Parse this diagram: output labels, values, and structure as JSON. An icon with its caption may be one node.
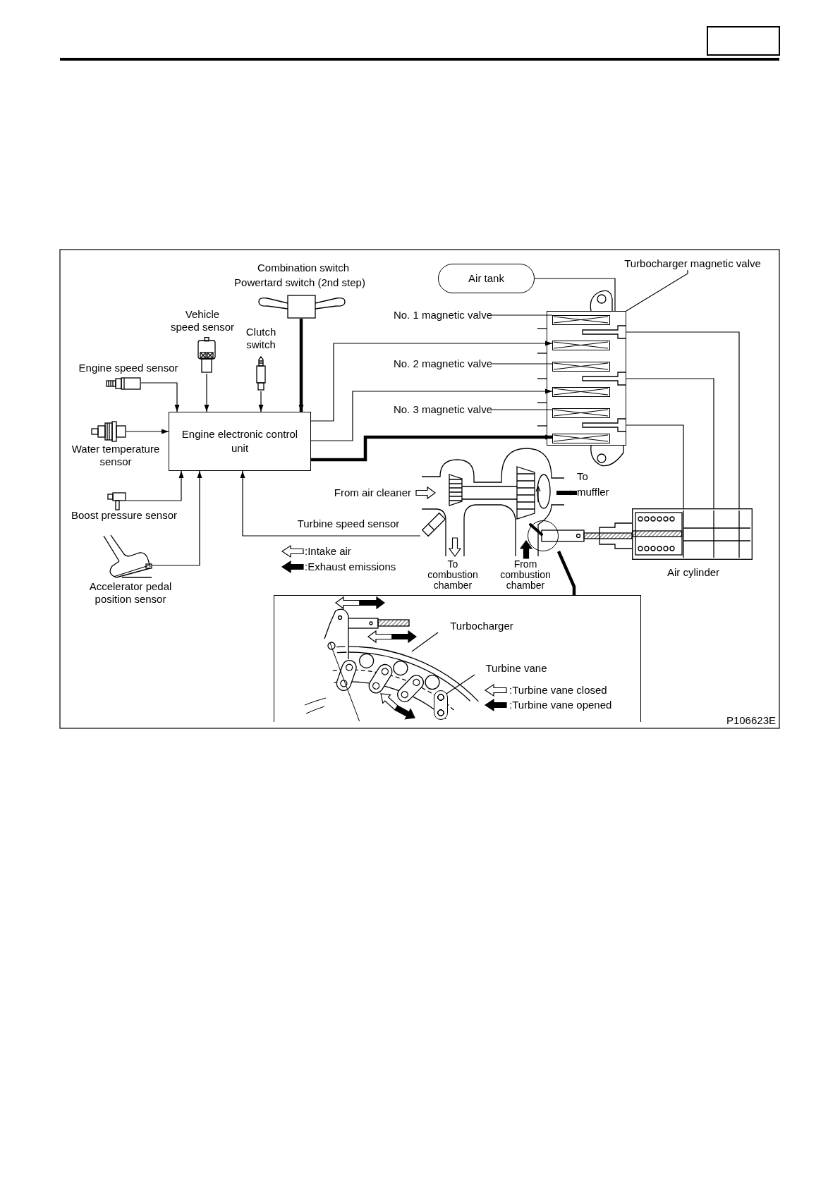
{
  "diagram": {
    "nodes": [
      {
        "text": [
          "Combination switch",
          "Powertard switch (2nd step)"
        ]
      },
      {
        "text": [
          "Vehicle speed sensor"
        ]
      },
      {
        "text": [
          "Clutch switch"
        ]
      },
      {
        "text": [
          "Engine speed sensor"
        ]
      },
      {
        "text": [
          "Engine electronic control unit"
        ]
      },
      {
        "text": [
          "Water temperature sensor"
        ]
      },
      {
        "text": [
          "Boost pressure sensor"
        ]
      },
      {
        "text": [
          "Accelerator pedal position sensor"
        ]
      },
      {
        "text": [
          "Turbine speed sensor"
        ]
      },
      {
        "text": [
          "Air tank"
        ]
      },
      {
        "text": [
          "Turbocharger magnetic valve"
        ]
      },
      {
        "text": [],
        "shape": "box"
      },
      {
        "text": [],
        "shape": "box",
        "in": 11
      },
      {
        "text": [],
        "shape": "box",
        "in": 11
      },
      {
        "text": [],
        "shape": "box",
        "in": 11
      },
      {
        "text": [],
        "shape": "box",
        "in": 11
      },
      {
        "text": [],
        "shape": "box",
        "in": 11
      },
      {
        "text": [],
        "shape": "box",
        "in": 11
      },
      {
        "text": [
          "No. 1 magnetic valve"
        ]
      },
      {
        "text": [
          "No. 2 magnetic valve"
        ]
      },
      {
        "text": [
          "No. 3 magnetic valve"
        ]
      },
      {
        "text": [
          "Air cylinder"
        ]
      },
      {
        "text": [],
        "shape": "circle"
      },
      {
        "text": [],
        "shape": "box"
      },
      {
        "text": [
          "Turbocharger"
        ],
        "in": 23
      },
      {
        "text": [
          "Turbine vane"
        ],
        "in": 23
      },
      {
        "text": [],
        "shape": "box",
        "in": 23
      },
      {
        "text": [
          "To muffler"
        ]
      }
    ],
    "edges": [
      {
        "from": 3,
        "to": 4,
        "arrow": "to"
      },
      {
        "from": 1,
        "to": 4,
        "arrow": "to"
      },
      {
        "from": 2,
        "to": 4,
        "arrow": "to"
      },
      {
        "from": 0,
        "to": 4,
        "arrow": "to",
        "style": "thick"
      },
      {
        "from": 5,
        "to": 4,
        "arrow": "to"
      },
      {
        "from": 6,
        "to": 4,
        "arrow": "to"
      },
      {
        "from": 7,
        "to": 4,
        "arrow": "to"
      },
      {
        "from": 8,
        "to": 4,
        "arrow": "to"
      },
      {
        "from": 4,
        "to": 13,
        "arrow": "to"
      },
      {
        "from": 4,
        "to": 15,
        "arrow": "to"
      },
      {
        "from": 4,
        "to": 17,
        "arrow": "to",
        "style": "thick"
      },
      {
        "from": 9,
        "to": 11,
        "arrow": "none"
      },
      {
        "from": 11,
        "to": 21,
        "arrow": "none"
      },
      {
        "from": 11,
        "to": 21,
        "arrow": "none"
      },
      {
        "from": 11,
        "to": 21,
        "arrow": "none"
      },
      {
        "from": 10,
        "to": 11,
        "arrow": "none"
      },
      {
        "from": 18,
        "to": 12,
        "arrow": "none"
      },
      {
        "from": 19,
        "to": 14,
        "arrow": "none"
      },
      {
        "from": 20,
        "to": 16,
        "arrow": "none"
      },
      {
        "from": 22,
        "to": 23,
        "arrow": "none",
        "style": "thick"
      },
      {
        "from": 24,
        "to": null,
        "arrow": "none"
      },
      {
        "from": 25,
        "to": 26,
        "arrow": "none"
      },
      {
        "from": null,
        "to": 27,
        "arrow": "to",
        "style": "thick"
      }
    ],
    "labels": [
      "From air cleaner",
      "To combustion chamber",
      "From combustion chamber",
      "P106623E"
    ],
    "legend": [
      {
        "text": ":Intake air"
      },
      {
        "text": ":Exhaust emissions"
      },
      {
        "text": ":Turbine vane closed"
      },
      {
        "text": ":Turbine vane opened"
      }
    ]
  }
}
